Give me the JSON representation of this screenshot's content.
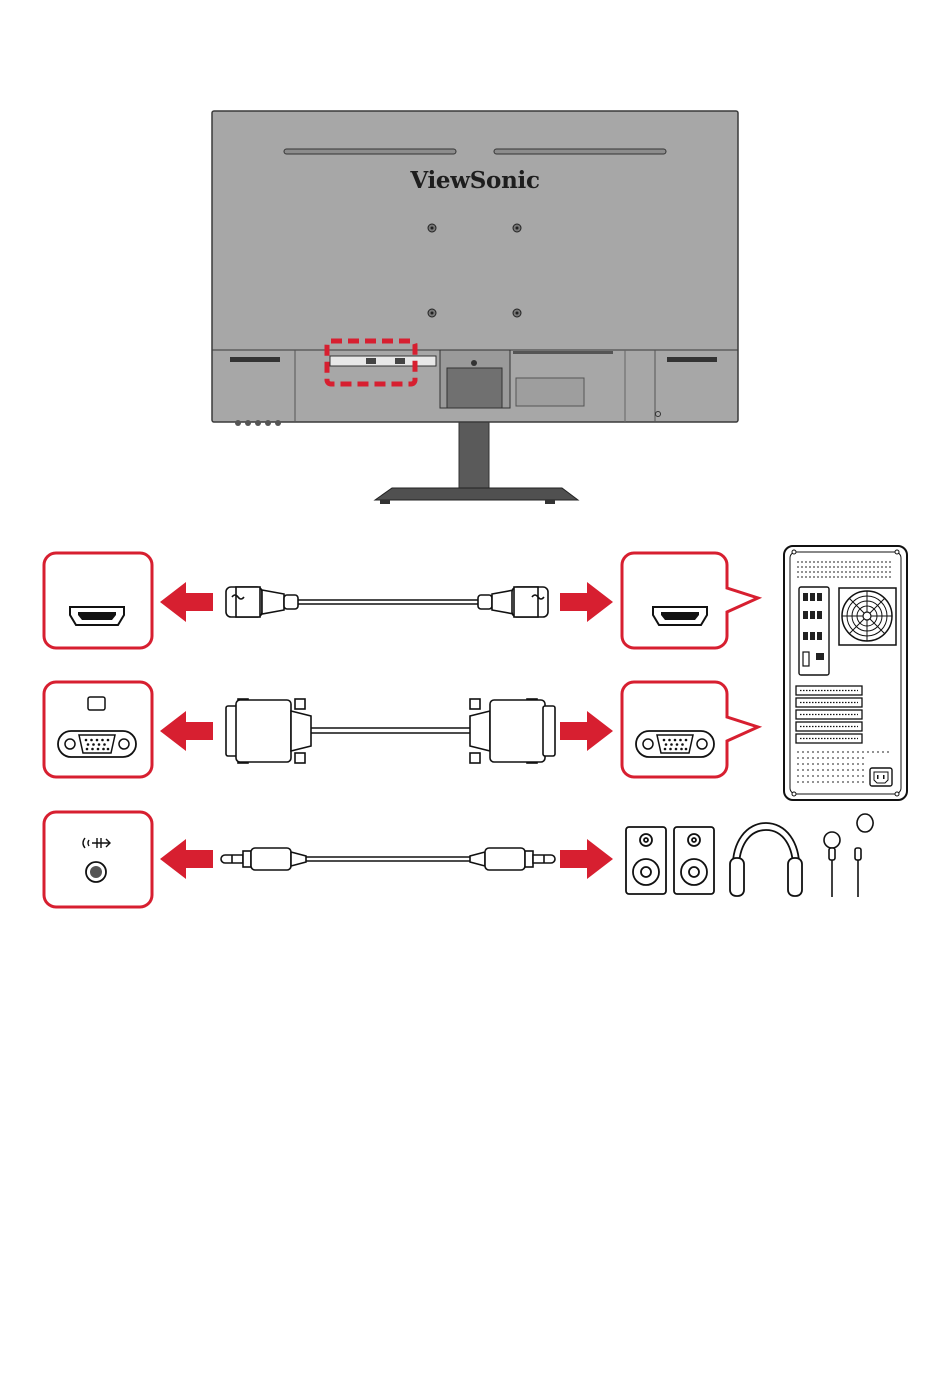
{
  "monitor": {
    "brand": "ViewSonic"
  },
  "connections": [
    {
      "id": "hdmi",
      "monitor_port_icon": "hdmi-port-icon",
      "cable_icon": "hdmi-cable-icon",
      "device_port_icon": "hdmi-port-icon"
    },
    {
      "id": "vga",
      "monitor_port_icon": "vga-port-icon",
      "cable_icon": "vga-cable-icon",
      "device_port_icon": "vga-port-icon"
    },
    {
      "id": "audio",
      "monitor_port_icon": "audio-out-port-icon",
      "cable_icon": "audio-cable-icon",
      "device_icons": [
        "speakers-icon",
        "headphones-icon",
        "earphones-icon"
      ]
    }
  ],
  "colors": {
    "accent": "#d71f30",
    "monitor_body": "#a5a5a5",
    "stand": "#555555",
    "line": "#1a1a1a"
  }
}
